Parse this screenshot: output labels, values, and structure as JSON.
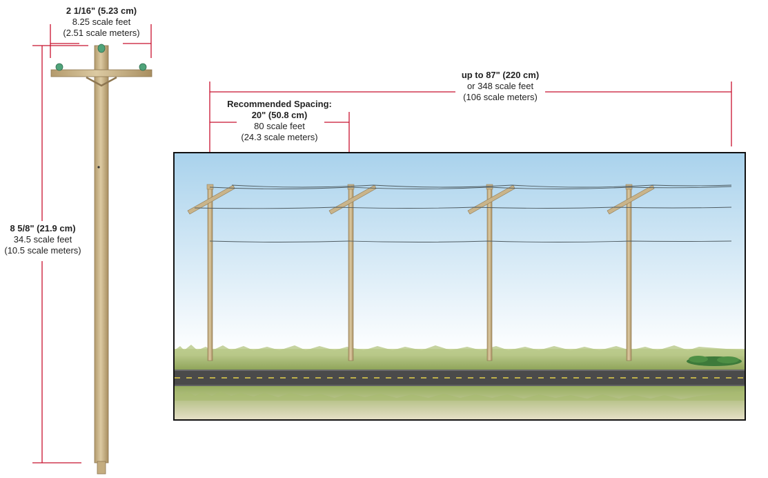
{
  "labels": {
    "pole_width": {
      "main": "2 1/16\" (5.23 cm)",
      "feet": "8.25 scale feet",
      "meters": "(2.51 scale meters)"
    },
    "pole_height": {
      "main": "8 5/8\" (21.9 cm)",
      "feet": "34.5 scale feet",
      "meters": "(10.5 scale meters)"
    },
    "max_span": {
      "main": "up to 87\" (220 cm)",
      "feet": "or 348 scale feet",
      "meters": "(106 scale meters)"
    },
    "spacing": {
      "heading": "Recommended Spacing:",
      "main": "20\" (50.8 cm)",
      "feet": "80 scale feet",
      "meters": "(24.3 scale meters)"
    }
  },
  "colors": {
    "dimension_line": "#c8102e",
    "pole_wood": "#c9b48a",
    "sky_top": "#a9d2ec",
    "sky_bottom": "#ffffff",
    "grass": "#9fb56a",
    "road": "#4a4a4a",
    "road_stripe": "#e8d34a",
    "insulator": "#4fa37a"
  }
}
